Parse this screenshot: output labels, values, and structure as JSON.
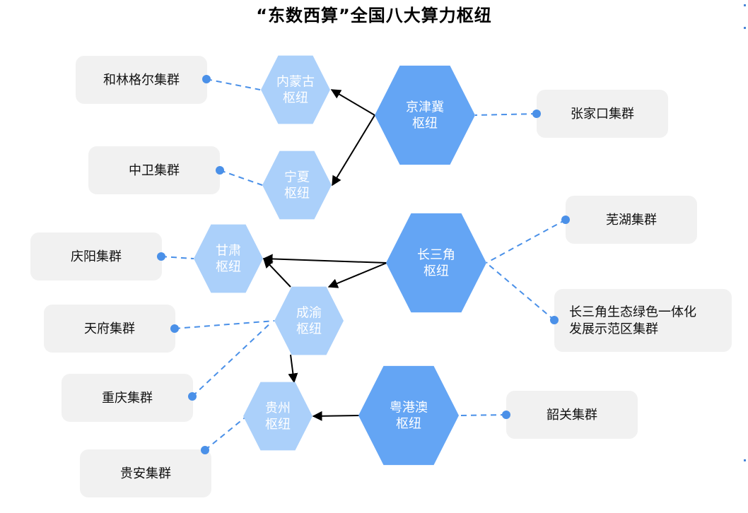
{
  "title": "“东数西算”全国八大算力枢纽",
  "colors": {
    "primary_hub": "#64a5f4",
    "secondary_hub": "#abd0fa",
    "cluster_box": "#f1f1f1",
    "dashed_link": "#4a90e8",
    "arrow": "#000000"
  },
  "hubs": [
    {
      "id": "jingjinji",
      "label_lines": [
        "京津冀",
        "枢纽"
      ],
      "tier": "primary"
    },
    {
      "id": "changsanjiao",
      "label_lines": [
        "长三角",
        "枢纽"
      ],
      "tier": "primary"
    },
    {
      "id": "yuegangao",
      "label_lines": [
        "粤港澳",
        "枢纽"
      ],
      "tier": "primary"
    },
    {
      "id": "neimenggu",
      "label_lines": [
        "内蒙古",
        "枢纽"
      ],
      "tier": "secondary"
    },
    {
      "id": "ningxia",
      "label_lines": [
        "宁夏",
        "枢纽"
      ],
      "tier": "secondary"
    },
    {
      "id": "gansu",
      "label_lines": [
        "甘肃",
        "枢纽"
      ],
      "tier": "secondary"
    },
    {
      "id": "chengyu",
      "label_lines": [
        "成渝",
        "枢纽"
      ],
      "tier": "secondary"
    },
    {
      "id": "guizhou",
      "label_lines": [
        "贵州",
        "枢纽"
      ],
      "tier": "secondary"
    }
  ],
  "clusters": [
    {
      "id": "helingeer",
      "label_lines": [
        "和林格尔集群"
      ],
      "hub": "neimenggu"
    },
    {
      "id": "zhangjiakou",
      "label_lines": [
        "张家口集群"
      ],
      "hub": "jingjinji"
    },
    {
      "id": "zhongwei",
      "label_lines": [
        "中卫集群"
      ],
      "hub": "ningxia"
    },
    {
      "id": "wuhu",
      "label_lines": [
        "芜湖集群"
      ],
      "hub": "changsanjiao"
    },
    {
      "id": "qingyang",
      "label_lines": [
        "庆阳集群"
      ],
      "hub": "gansu"
    },
    {
      "id": "changsanjiao-eco",
      "label_lines": [
        "长三角生态绿色一体化",
        "发展示范区集群"
      ],
      "hub": "changsanjiao"
    },
    {
      "id": "tianfu",
      "label_lines": [
        "天府集群"
      ],
      "hub": "chengyu"
    },
    {
      "id": "chongqing",
      "label_lines": [
        "重庆集群"
      ],
      "hub": "chengyu"
    },
    {
      "id": "shaoguan",
      "label_lines": [
        "韶关集群"
      ],
      "hub": "yuegangao"
    },
    {
      "id": "guian",
      "label_lines": [
        "贵安集群"
      ],
      "hub": "guizhou"
    }
  ],
  "arrows": [
    {
      "from": "jingjinji",
      "to": "neimenggu"
    },
    {
      "from": "jingjinji",
      "to": "ningxia"
    },
    {
      "from": "changsanjiao",
      "to": "gansu"
    },
    {
      "from": "changsanjiao",
      "to": "chengyu"
    },
    {
      "from": "chengyu",
      "to": "gansu"
    },
    {
      "from": "chengyu",
      "to": "guizhou"
    },
    {
      "from": "yuegangao",
      "to": "guizhou"
    }
  ]
}
